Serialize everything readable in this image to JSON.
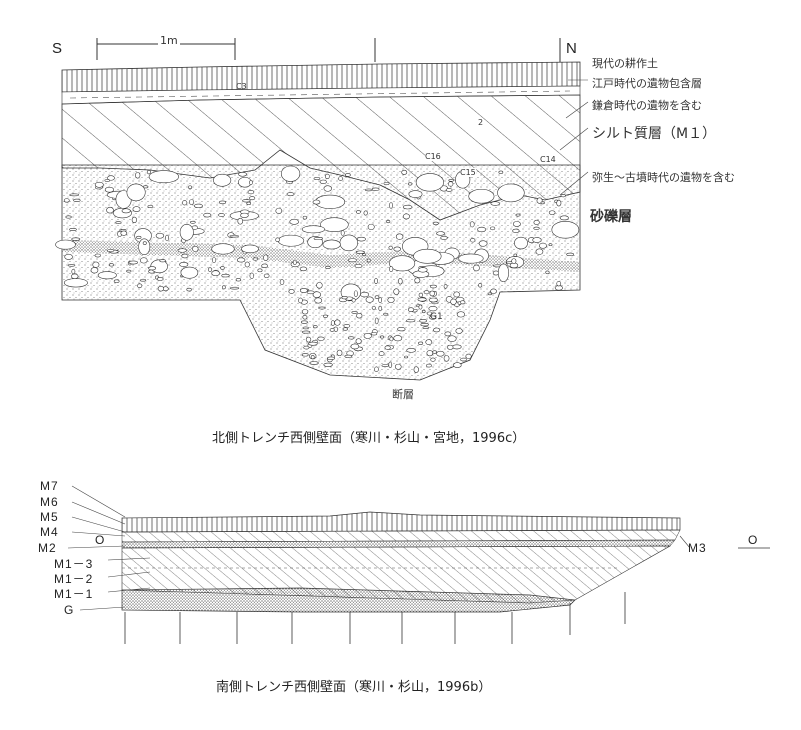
{
  "north_section": {
    "south_label": "S",
    "north_label": "N",
    "scale_label": "1m",
    "layers": [
      "現代の耕作土",
      "江戸時代の遺物包含層",
      "鎌倉時代の遺物を含む",
      "シルト質層（M１）",
      "弥生～古墳時代の遺物を含む",
      "砂礫層"
    ],
    "sample_marks": [
      "C3",
      "2",
      "C16",
      "C15",
      "C14",
      "G1"
    ],
    "fault_label": "断層",
    "caption": "北側トレンチ西側壁面（寒川・杉山・宮地，1996c）"
  },
  "south_section": {
    "layer_labels": [
      "M7",
      "M6",
      "M5",
      "M4",
      "O",
      "M2",
      "M1－3",
      "M1－2",
      "M1－1",
      "G"
    ],
    "right_labels": [
      "M3",
      "O"
    ],
    "caption": "南側トレンチ西側壁面（寒川・杉山，1996b）"
  }
}
